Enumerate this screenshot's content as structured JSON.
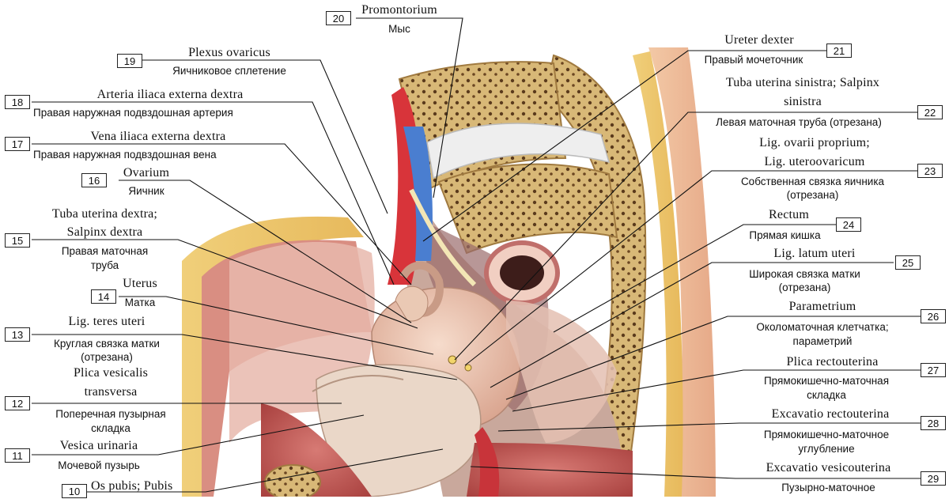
{
  "labels": [
    {
      "n": "10",
      "lat": "Os pubis; Pubis",
      "ru": ""
    },
    {
      "n": "11",
      "lat": "Vesica urinaria",
      "ru": "Мочевой пузырь"
    },
    {
      "n": "12",
      "lat": "Plica vesicalis transversa",
      "ru": "Поперечная пузырная складка"
    },
    {
      "n": "13",
      "lat": "Lig. teres uteri",
      "ru": "Круглая связка матки (отрезана)"
    },
    {
      "n": "14",
      "lat": "Uterus",
      "ru": "Матка"
    },
    {
      "n": "15",
      "lat": "Tuba uterina dextra; Salpinx dextra",
      "ru": "Правая маточная труба"
    },
    {
      "n": "16",
      "lat": "Ovarium",
      "ru": "Яичник"
    },
    {
      "n": "17",
      "lat": "Vena iliaca externa dextra",
      "ru": "Правая наружная подвздошная вена"
    },
    {
      "n": "18",
      "lat": "Arteria iliaca externa dextra",
      "ru": "Правая наружная подвздошная артерия"
    },
    {
      "n": "19",
      "lat": "Plexus ovaricus",
      "ru": "Яичниковое сплетение"
    },
    {
      "n": "20",
      "lat": "Promontorium",
      "ru": "Мыс"
    },
    {
      "n": "21",
      "lat": "Ureter dexter",
      "ru": "Правый мочеточник"
    },
    {
      "n": "22",
      "lat": "Tuba uterina sinistra; Salpinx sinistra",
      "ru": "Левая маточная труба (отрезана)"
    },
    {
      "n": "23",
      "lat": "Lig. ovarii proprium; Lig. uteroovaricum",
      "ru": "Собственная связка яичника (отрезана)"
    },
    {
      "n": "24",
      "lat": "Rectum",
      "ru": "Прямая кишка"
    },
    {
      "n": "25",
      "lat": "Lig. latum uteri",
      "ru": "Широкая связка матки (отрезана)"
    },
    {
      "n": "26",
      "lat": "Parametrium",
      "ru": "Околоматочная клетчатка; параметрий"
    },
    {
      "n": "27",
      "lat": "Plica rectouterina",
      "ru": "Прямокишечно-маточная складка"
    },
    {
      "n": "28",
      "lat": "Excavatio rectouterina",
      "ru": "Прямокишечно-маточное углубление"
    },
    {
      "n": "29",
      "lat": "Excavatio vesicouterina",
      "ru": "Пузырно-маточное"
    }
  ],
  "lines": {
    "l12a": "Plica vesicalis",
    "l12b": "transversa",
    "r12a": "Поперечная пузырная",
    "r12b": "складка",
    "r13a": "Круглая связка матки",
    "r13b": "(отрезана)",
    "l15a": "Tuba uterina dextra;",
    "l15b": "Salpinx dextra",
    "r15a": "Правая маточная",
    "r15b": "труба",
    "l22a": "Tuba uterina sinistra; Salpinx",
    "l22b": "sinistra",
    "l23a": "Lig. ovarii proprium;",
    "l23b": "Lig. uteroovaricum",
    "r23a": "Собственная связка яичника",
    "r23b": "(отрезана)",
    "r25a": "Широкая связка матки",
    "r25b": "(отрезана)",
    "r26a": "Околоматочная клетчатка;",
    "r26b": "параметрий",
    "r27a": "Прямокишечно-маточная",
    "r27b": "складка",
    "r28a": "Прямокишечно-маточное",
    "r28b": "углубление"
  }
}
